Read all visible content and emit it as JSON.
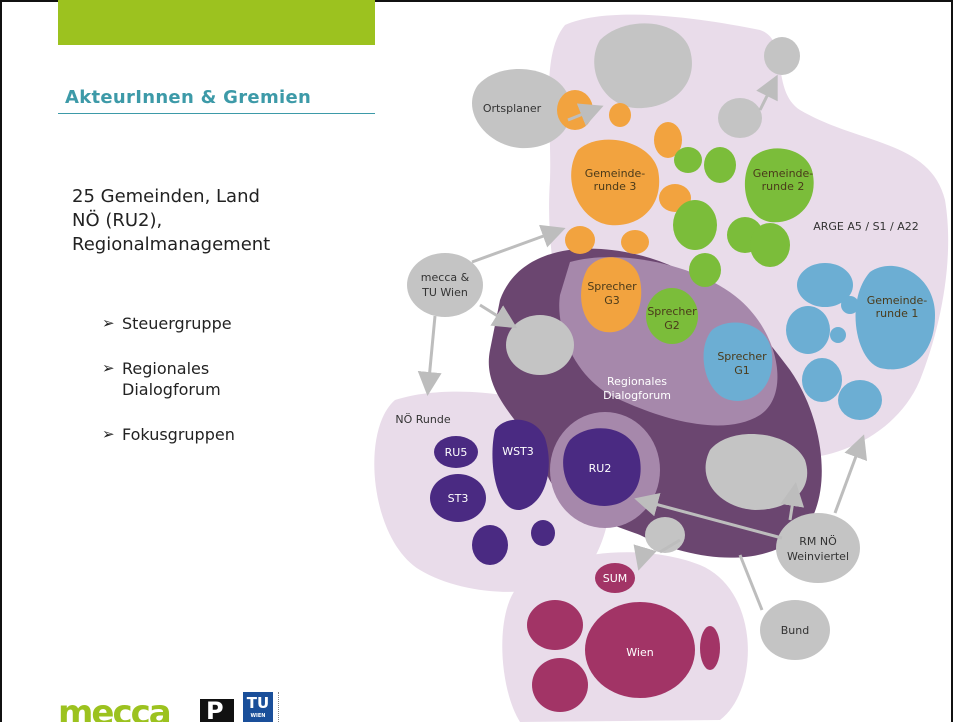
{
  "slide": {
    "heading": "AkteurInnen & Gremien",
    "intro_lines": [
      "25 Gemeinden, Land",
      "NÖ (RU2),",
      "Regionalmanagement"
    ],
    "bullets": [
      "Steuergruppe",
      "Regionales\nDialogforum",
      "Fokusgruppen"
    ],
    "bullet_line2": "Dialogforum",
    "bullet_line1": "Regionales",
    "arrow_glyph": "➢"
  },
  "diagram": {
    "labels": {
      "ortsplaner": "Ortsplaner",
      "gemeinderunde3_a": "Gemeinde-",
      "gemeinderunde3_b": "runde 3",
      "gemeinderunde2_a": "Gemeinde-",
      "gemeinderunde2_b": "runde 2",
      "gemeinderunde1_a": "Gemeinde-",
      "gemeinderunde1_b": "runde 1",
      "arge": "ARGE A5 / S1 / A22",
      "mecca_a": "mecca &",
      "mecca_b": "TU Wien",
      "sprecher_g3_a": "Sprecher",
      "sprecher_g3_b": "G3",
      "sprecher_g2_a": "Sprecher",
      "sprecher_g2_b": "G2",
      "sprecher_g1_a": "Sprecher",
      "sprecher_g1_b": "G1",
      "dialog_a": "Regionales",
      "dialog_b": "Dialogforum",
      "noe_runde": "NÖ Runde",
      "ru5": "RU5",
      "wst3": "WST3",
      "st3": "ST3",
      "ru2": "RU2",
      "sum": "SUM",
      "wien": "Wien",
      "rm_a": "RM NÖ",
      "rm_b": "Weinviertel",
      "bund": "Bund"
    },
    "colors": {
      "lavender": "#e9dcea",
      "dark_purple": "#6b4670",
      "mid_purple": "#a688ab",
      "gray": "#c4c4c4",
      "orange": "#f2a33f",
      "green": "#7bbd3a",
      "blue": "#6caed3",
      "indigo": "#4a2a82",
      "magenta": "#a23466"
    }
  },
  "logos": {
    "mecca": "mecca",
    "p": "P",
    "tu": "TU",
    "tu_small": "WIEN"
  }
}
